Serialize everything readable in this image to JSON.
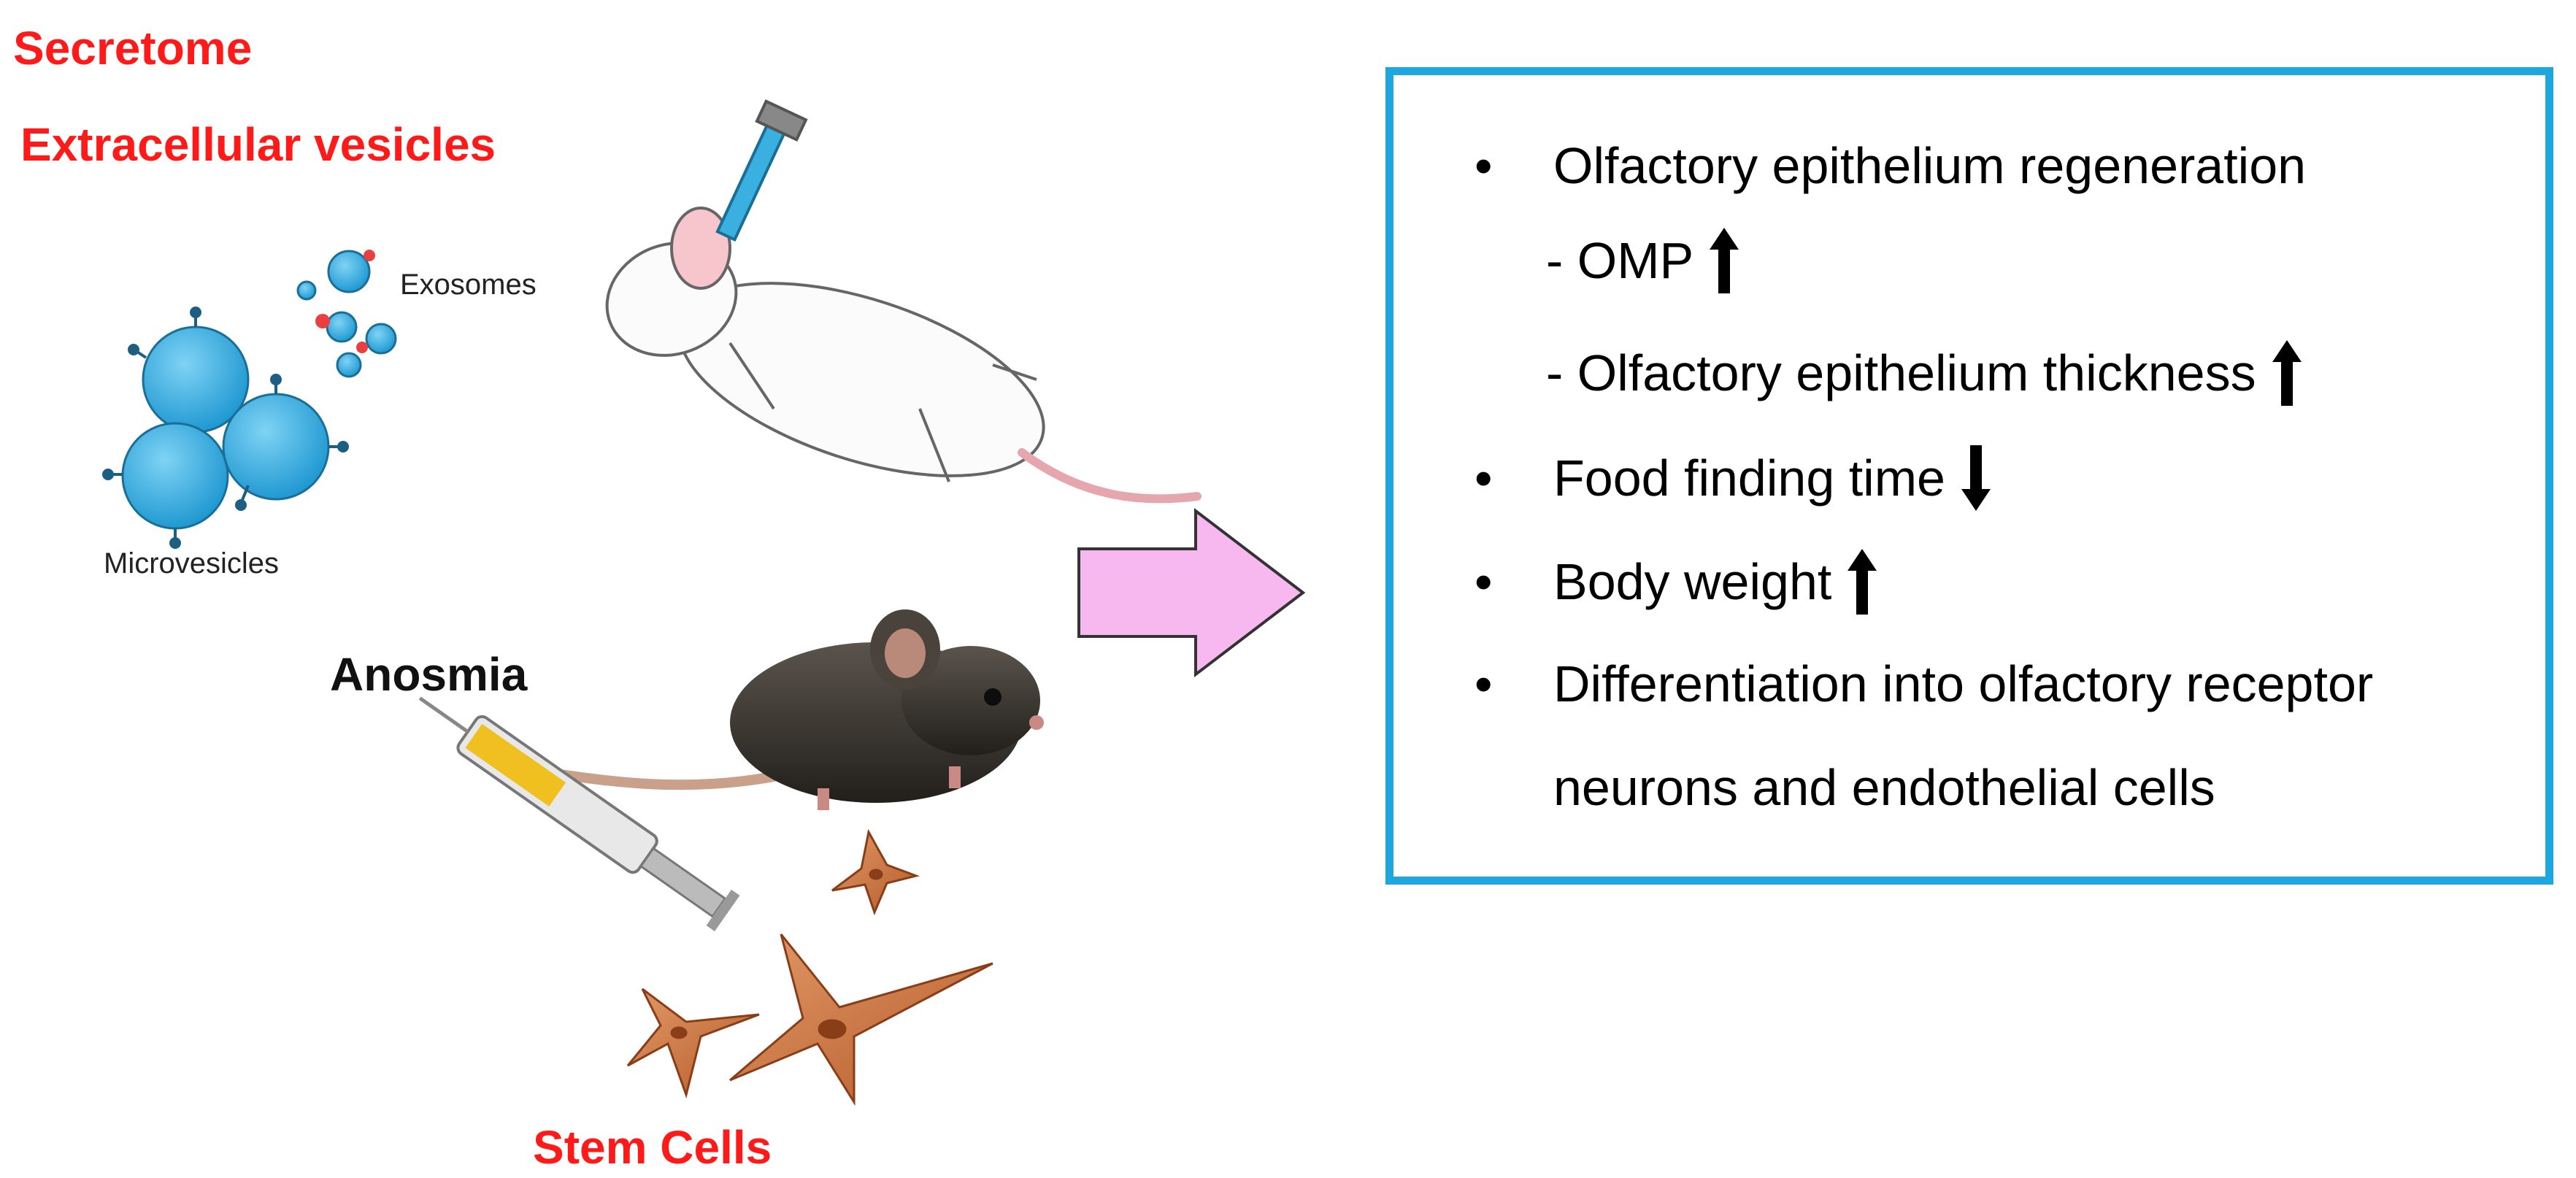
{
  "labels": {
    "secretome": "Secretome",
    "extracellular_vesicles": "Extracellular vesicles",
    "exosomes": "Exosomes",
    "microvesicles": "Microvesicles",
    "anosmia": "Anosmia",
    "stem_cells": "Stem Cells"
  },
  "results": {
    "bullet_symbol": "•",
    "items": [
      {
        "text": "Olfactory epithelium regeneration"
      },
      {
        "text": "- OMP",
        "trend": "up"
      },
      {
        "text": "- Olfactory epithelium thickness",
        "trend": "up"
      },
      {
        "text": "Food finding time",
        "trend": "down"
      },
      {
        "text": "Body weight",
        "trend": "up"
      },
      {
        "text": "Differentiation into olfactory receptor"
      },
      {
        "text": "neurons and endothelial cells"
      }
    ]
  },
  "colors": {
    "title_red": "#ff1a1a",
    "box_border": "#1ea6de",
    "arrow_fill": "#f7b8f0",
    "vesicle_blue": "#2aa9e0",
    "stem_cell": "#c46a3a",
    "mouse_dark": "#3a3631"
  }
}
